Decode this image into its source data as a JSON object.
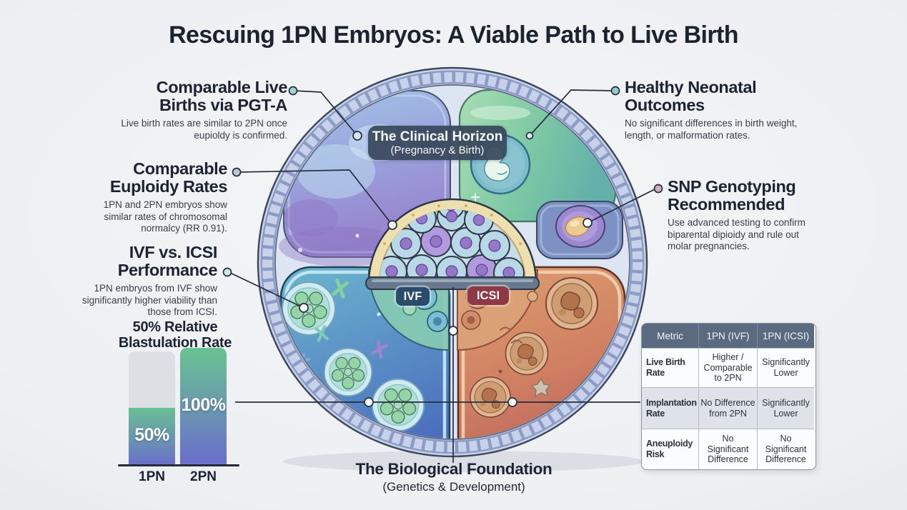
{
  "title": "Rescuing 1PN Embryos: A Viable Path to Live Birth",
  "diagram": {
    "clinical_pill": {
      "line1": "The Clinical Horizon",
      "line2": "(Pregnancy & Birth)"
    },
    "ivf_label": "IVF",
    "icsi_label": "ICSI",
    "foundation": {
      "line1": "The Biological Foundation",
      "line2": "(Genetics & Development)"
    }
  },
  "callouts": {
    "pgt_a": {
      "title_line1": "Comparable Live",
      "title_line2": "Births via PGT-A",
      "desc": "Live birth rates are similar to 2PN once eupioldy is confirmed."
    },
    "euploidy": {
      "title_line1": "Comparable",
      "title_line2": "Euploidy Rates",
      "desc": "1PN and 2PN embryos show similar rates of chromosomal normalcy (RR 0.91)."
    },
    "ivf_icsi": {
      "title_line1": "IVF vs. ICSI",
      "title_line2": "Performance",
      "desc": "1PN embryos from IVF show significantly higher viability than those from ICSI."
    },
    "neonatal": {
      "title_line1": "Healthy Neonatal",
      "title_line2": "Outcomes",
      "desc": "No significant differences in birth weight, length, or malformation rates."
    },
    "snp": {
      "title_line1": "SNP Genotyping",
      "title_line2": "Recommended",
      "desc": "Use advanced testing to confirm biparental dipioidy and rule out molar pregnancies."
    }
  },
  "chart_data": {
    "type": "bar",
    "title": "50% Relative Blastulation Rate",
    "title_line1": "50% Relative",
    "title_line2": "Blastulation Rate",
    "categories": [
      "1PN",
      "2PN"
    ],
    "values": [
      50,
      100
    ],
    "value_labels": [
      "50%",
      "100%"
    ],
    "ylim": [
      0,
      100
    ],
    "xlabel": "",
    "ylabel": "",
    "bar_colors": {
      "fill_top": "#69c094",
      "fill_bottom": "#6a71c9",
      "track": "#dcdfe3"
    }
  },
  "table": {
    "headers": [
      "Metric",
      "1PN (IVF)",
      "1PN (ICSI)"
    ],
    "rows": [
      [
        "Live Birth Rate",
        "Higher / Comparable to 2PN",
        "Significantly Lower"
      ],
      [
        "Implantation Rate",
        "No Difference from 2PN",
        "Significantly Lower"
      ],
      [
        "Aneuploidy Risk",
        "No Significant Difference",
        "No Significant Difference"
      ]
    ],
    "header_bg": "#5a6b80",
    "alt_row_bg": "#dee3e9"
  },
  "colors": {
    "background": "#edeff2",
    "title_text": "#1b2330",
    "clinical_pill_bg": "#38475b",
    "ivf_pill_bg": "#2c4a69",
    "icsi_pill_bg": "#8e3a46",
    "ivf_zone": "#4a6dbd",
    "icsi_zone": "#cf7f62",
    "ring": "#c7d1ea",
    "connector": "#252e3e"
  }
}
